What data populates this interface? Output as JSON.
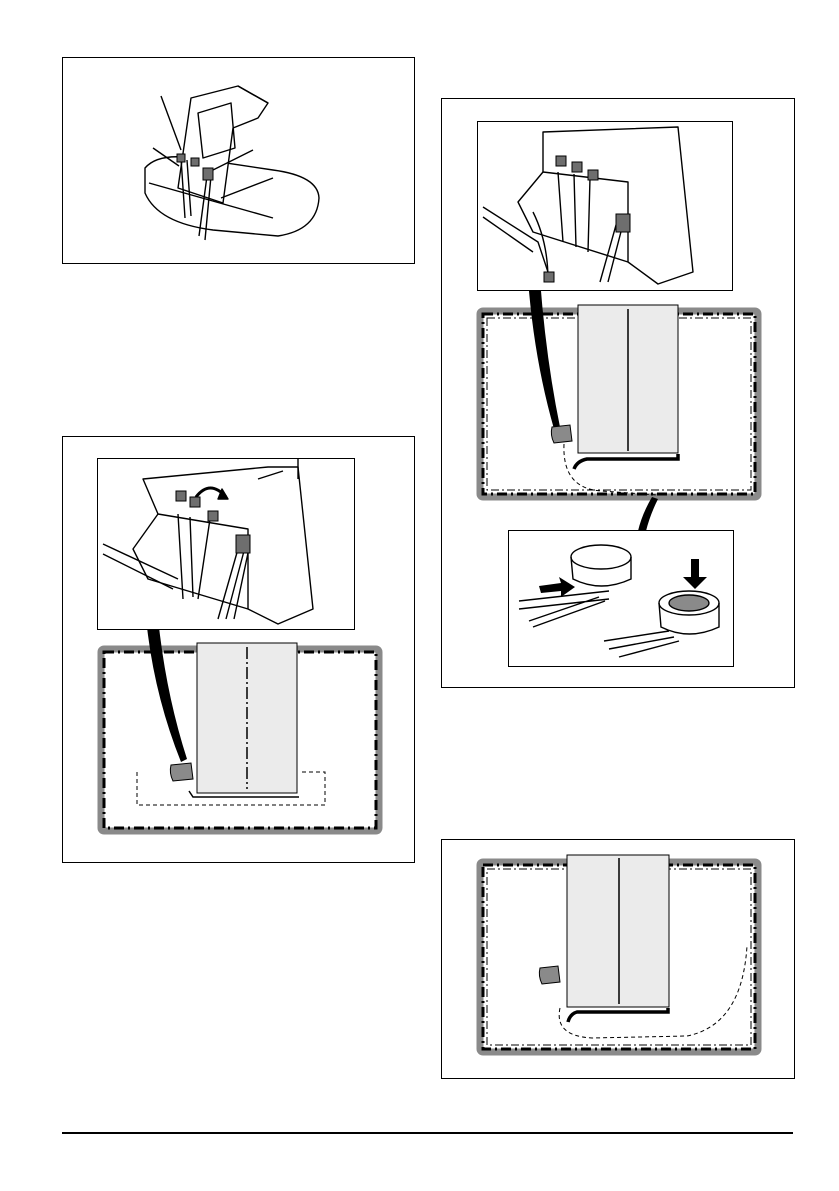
{
  "page": {
    "figures": [
      {
        "id": "fig1",
        "title": "charging-station-connectors"
      },
      {
        "id": "fig2",
        "title": "swap-connectors-layout"
      },
      {
        "id": "fig3",
        "title": "guide-wire-splice-layout"
      },
      {
        "id": "fig4",
        "title": "final-wire-layout"
      }
    ]
  },
  "colors": {
    "lawn_border": "#8a8a8a",
    "wire": "#000000",
    "station_fill": "#ebebeb",
    "connector": "#6e6e6e"
  },
  "icons": [
    "charging-station",
    "connector",
    "swap-arrow",
    "splice-connector",
    "press-arrow",
    "push-arrow"
  ]
}
